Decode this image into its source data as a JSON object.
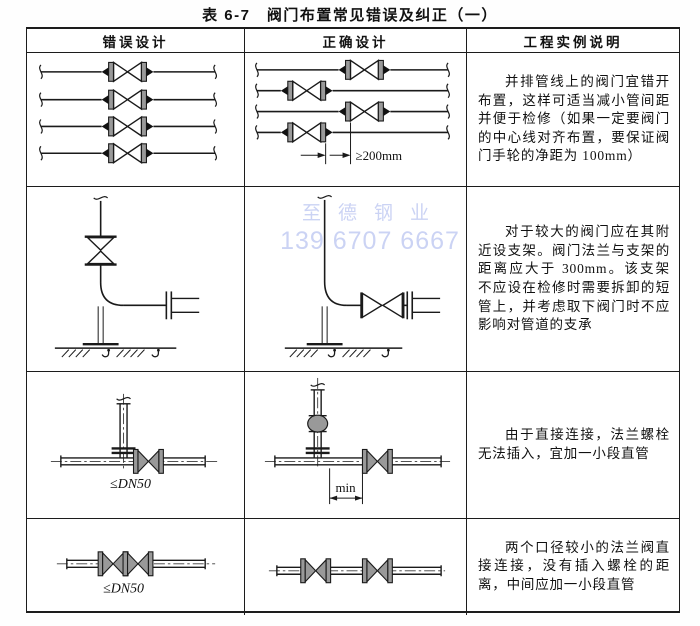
{
  "page": {
    "title": "表 6-7　阀门布置常见错误及纠正（一）"
  },
  "table": {
    "headers": [
      "错误设计",
      "正确设计",
      "工程实例说明"
    ],
    "rows": [
      {
        "note": "并排管线上的阀门宜错开布置，这样可适当减小管间距并便于检修（如果一定要阀门的中心线对齐布置，要保证阀门手轮的净距为 100mm）",
        "correct_annotation": "≥200mm"
      },
      {
        "note": "对于较大的阀门应在其附近设支架。阀门法兰与支架的距离应大于 300mm。该支架不应设在检修时需要拆卸的短管上，并考虑取下阀门时不应影响对管道的支承"
      },
      {
        "note": "由于直接连接，法兰螺栓无法插入，宜加一小段直管",
        "wrong_label": "≤DN50",
        "correct_annotation": "min"
      },
      {
        "note": "两个口径较小的法兰阀直接连接，没有插入螺栓的距离，中间应加一小段直管",
        "wrong_label": "≤DN50"
      }
    ]
  },
  "watermark": {
    "line1": "至德钢业",
    "line2": "139 6707 6667",
    "color": "#cbd3f4"
  },
  "colors": {
    "line": "#1a1a1a",
    "valve_fill": "#999999",
    "border": "#1c1c1c"
  }
}
